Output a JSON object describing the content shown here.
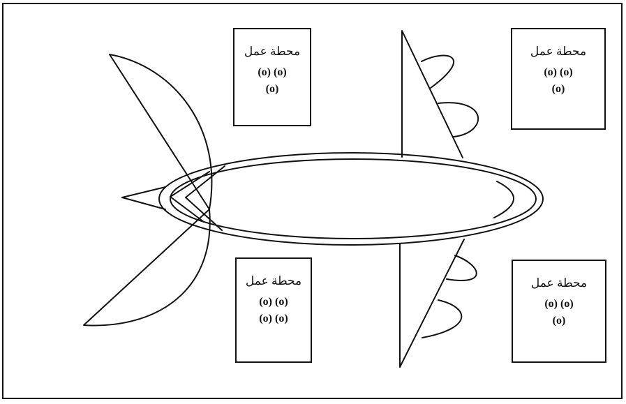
{
  "stations": [
    {
      "id": "top-left",
      "title": "محطة عمل",
      "lines": [
        "(o) (o)",
        "(o)"
      ]
    },
    {
      "id": "top-right",
      "title": "محطة عمل",
      "lines": [
        "(o) (o)",
        "(o)"
      ]
    },
    {
      "id": "bottom-left",
      "title": "محطة عمل",
      "lines": [
        "(o) (o)",
        "(o) (o)"
      ]
    },
    {
      "id": "bottom-right",
      "title": "محطة عمل",
      "lines": [
        "(o) (o)",
        "(o)"
      ]
    }
  ]
}
